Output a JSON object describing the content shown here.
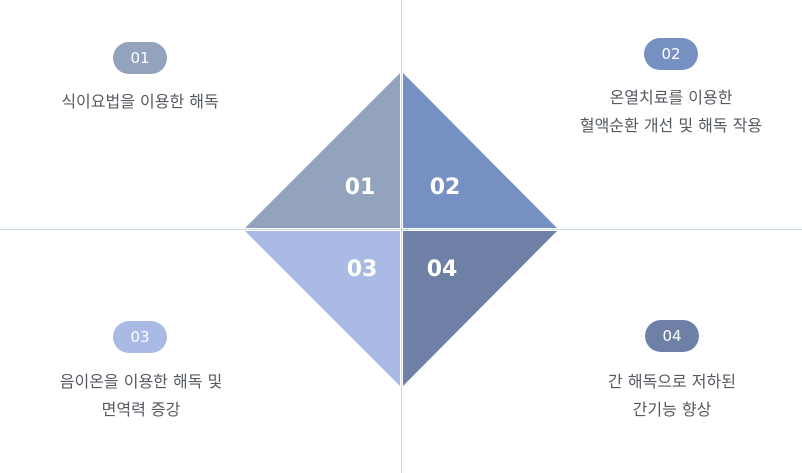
{
  "colors": {
    "q1": "#93a3bd",
    "q2": "#7790c4",
    "q3": "#a9bbe5",
    "q4": "#6f80a7"
  },
  "quadrants": [
    {
      "number": "01",
      "badge": "01",
      "lines": [
        "식이요법을 이용한 해독"
      ]
    },
    {
      "number": "02",
      "badge": "02",
      "lines": [
        "온열치료를 이용한",
        "혈액순환 개선 및 해독 작용"
      ]
    },
    {
      "number": "03",
      "badge": "03",
      "lines": [
        "음이온을 이용한 해독 및",
        "면역력 증강"
      ]
    },
    {
      "number": "04",
      "badge": "04",
      "lines": [
        "간 해독으로 저하된",
        "간기능 향상"
      ]
    }
  ]
}
